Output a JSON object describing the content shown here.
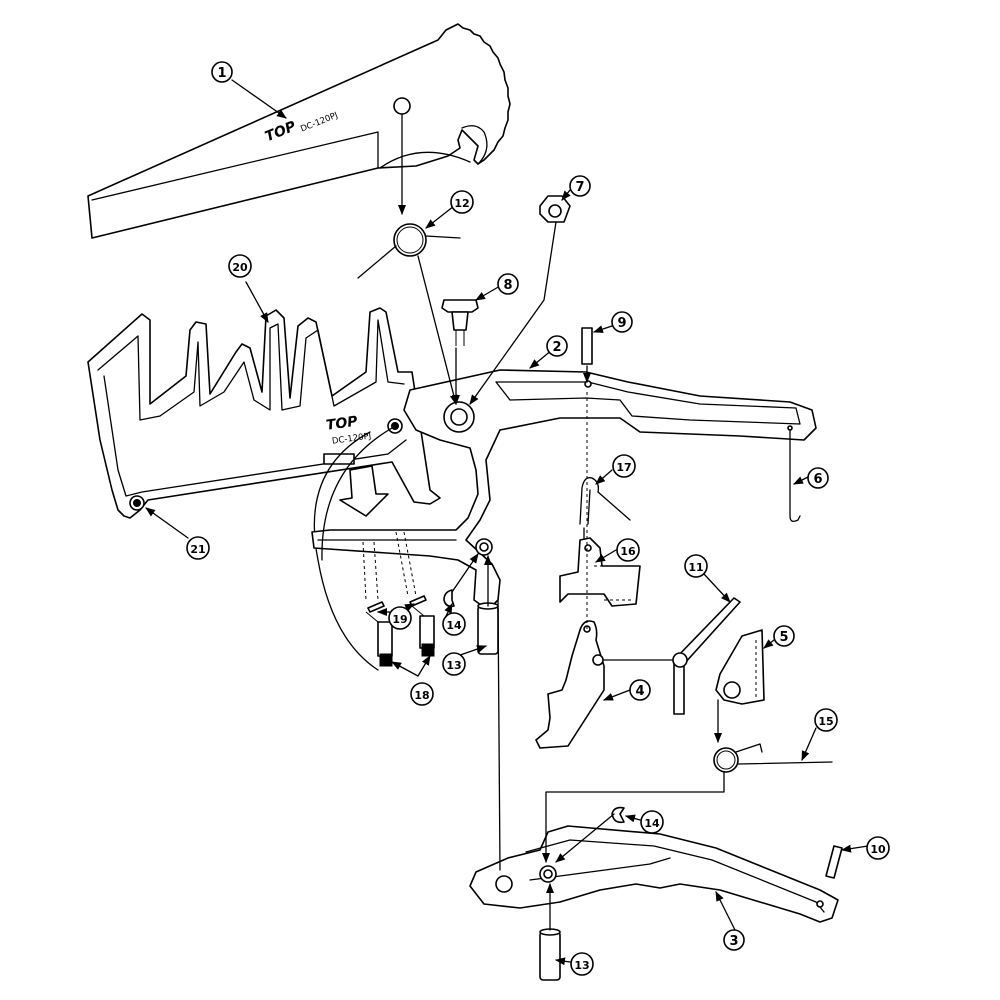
{
  "diagram": {
    "brand": "TOP",
    "model": "DC-120PJ",
    "callouts": [
      {
        "id": "1"
      },
      {
        "id": "2"
      },
      {
        "id": "3"
      },
      {
        "id": "4"
      },
      {
        "id": "5"
      },
      {
        "id": "6"
      },
      {
        "id": "7"
      },
      {
        "id": "8"
      },
      {
        "id": "9"
      },
      {
        "id": "10"
      },
      {
        "id": "11"
      },
      {
        "id": "12"
      },
      {
        "id": "13"
      },
      {
        "id": "13"
      },
      {
        "id": "14"
      },
      {
        "id": "14"
      },
      {
        "id": "15"
      },
      {
        "id": "16"
      },
      {
        "id": "17"
      },
      {
        "id": "18"
      },
      {
        "id": "19"
      },
      {
        "id": "20"
      },
      {
        "id": "21"
      }
    ]
  }
}
